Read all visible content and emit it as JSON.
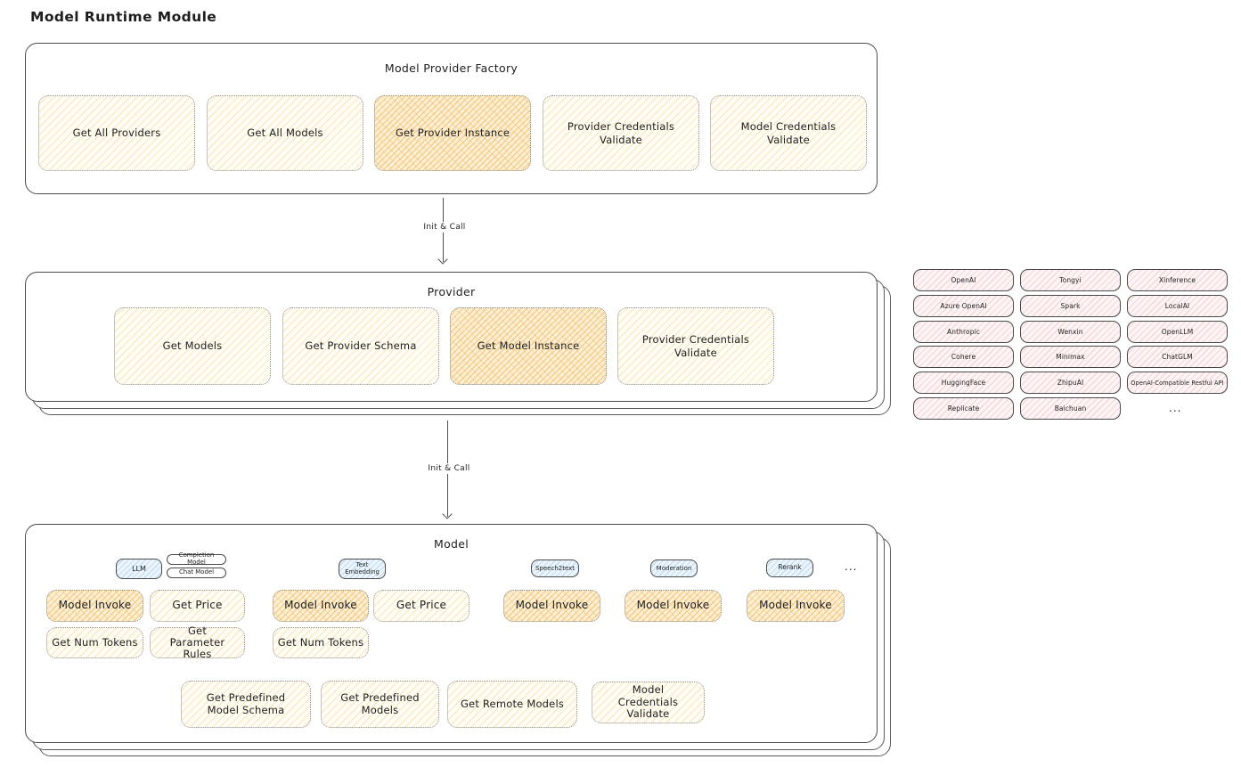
{
  "diagram_title": "Model Runtime Module",
  "colors": {
    "stroke": "#4a4a4a",
    "yellow_fill": "#fffdf4",
    "yellow_hatch": "#f3cf8d",
    "orange_highlight_fill": "#fcf0d4",
    "orange_highlight_hatch": "#f0b25a",
    "pink_fill": "#fdf5f5",
    "pink_hatch": "#eeb1b1",
    "blue_fill": "#ecf5fc",
    "blue_hatch": "#9cc8ea"
  },
  "factory": {
    "title": "Model Provider Factory",
    "items": [
      {
        "label": "Get All Providers",
        "highlight": false
      },
      {
        "label": "Get All Models",
        "highlight": false
      },
      {
        "label": "Get Provider Instance",
        "highlight": true
      },
      {
        "label": "Provider Credentials Validate",
        "highlight": false
      },
      {
        "label": "Model Credentials Validate",
        "highlight": false
      }
    ]
  },
  "arrows": [
    {
      "label": "Init & Call"
    },
    {
      "label": "Init & Call"
    }
  ],
  "provider": {
    "title": "Provider",
    "items": [
      {
        "label": "Get Models",
        "highlight": false
      },
      {
        "label": "Get Provider Schema",
        "highlight": false
      },
      {
        "label": "Get Model Instance",
        "highlight": true
      },
      {
        "label": "Provider Credentials Validate",
        "highlight": false
      }
    ]
  },
  "providers_list": {
    "columns": [
      [
        "OpenAI",
        "Azure OpenAI",
        "Anthropic",
        "Cohere",
        "HuggingFace",
        "Replicate"
      ],
      [
        "Tongyi",
        "Spark",
        "Wenxin",
        "Minimax",
        "ZhipuAI",
        "Baichuan"
      ],
      [
        "Xinference",
        "LocalAI",
        "OpenLLM",
        "ChatGLM",
        "OpenAI-Compatible Restful API",
        "..."
      ]
    ]
  },
  "model": {
    "title": "Model",
    "types": {
      "llm": "LLM",
      "completion_model": "Completion Model",
      "chat_model": "Chat Model",
      "text_embedding": "Text Embedding",
      "speech2text": "Speech2text",
      "moderation": "Moderation",
      "rerank": "Rerank",
      "more": "..."
    },
    "ops": [
      {
        "label": "Model Invoke",
        "highlight": true
      },
      {
        "label": "Get Price",
        "highlight": false
      },
      {
        "label": "Model Invoke",
        "highlight": true
      },
      {
        "label": "Get Price",
        "highlight": false
      },
      {
        "label": "Model Invoke",
        "highlight": true
      },
      {
        "label": "Model Invoke",
        "highlight": true
      },
      {
        "label": "Model Invoke",
        "highlight": true
      },
      {
        "label": "Get Num Tokens",
        "highlight": false
      },
      {
        "label": "Get Parameter Rules",
        "highlight": false
      },
      {
        "label": "Get Num Tokens",
        "highlight": false
      },
      {
        "label": "Get Predefined Model Schema",
        "highlight": false
      },
      {
        "label": "Get Predefined Models",
        "highlight": false
      },
      {
        "label": "Get Remote Models",
        "highlight": false
      },
      {
        "label": "Model Credentials Validate",
        "highlight": false
      }
    ]
  }
}
